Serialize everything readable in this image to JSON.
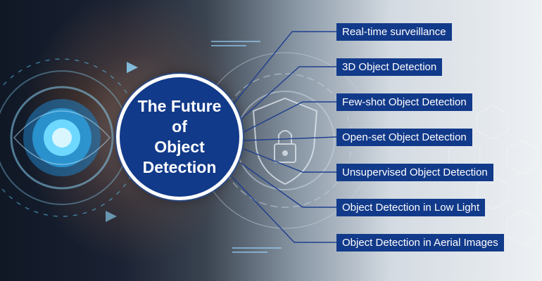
{
  "hub": {
    "title": "The Future\nof\nObject\nDetection"
  },
  "items": [
    {
      "label": "Real-time surveillance"
    },
    {
      "label": "3D Object Detection"
    },
    {
      "label": "Few-shot Object Detection"
    },
    {
      "label": "Open-set Object Detection"
    },
    {
      "label": "Unsupervised Object Detection"
    },
    {
      "label": "Object Detection in Low Light"
    },
    {
      "label": "Object Detection in Aerial Images"
    }
  ],
  "colors": {
    "accent": "#123a8a",
    "line": "#1e3f8f",
    "glow": "#4cc3ff",
    "text": "#ffffff"
  },
  "icons": [
    "eye-icon",
    "shield-lock-icon"
  ]
}
